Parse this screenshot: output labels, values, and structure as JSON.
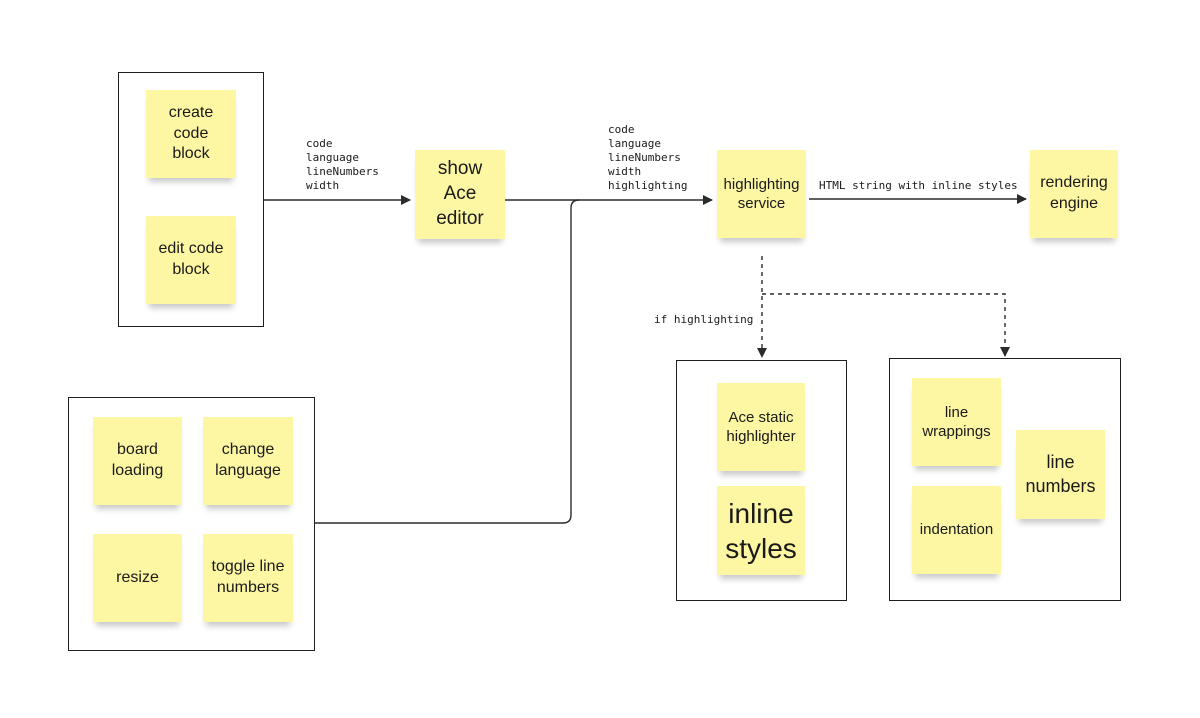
{
  "notes": {
    "create_code_block": "create\ncode\nblock",
    "edit_code_block": "edit code\nblock",
    "show_ace_editor": "show\nAce\neditor",
    "highlighting_service": "highlighting\nservice",
    "rendering_engine": "rendering\nengine",
    "board_loading": "board\nloading",
    "change_language": "change\nlanguage",
    "resize": "resize",
    "toggle_line_numbers": "toggle line\nnumbers",
    "ace_static_highlighter": "Ace static\nhighlighter",
    "inline_styles": "inline\nstyles",
    "line_wrappings": "line\nwrappings",
    "indentation": "indentation",
    "line_numbers": "line\nnumbers"
  },
  "edge_labels": {
    "to_editor": "code\nlanguage\nlineNumbers\nwidth",
    "to_service": "code\nlanguage\nlineNumbers\nwidth\nhighlighting",
    "to_renderer": "HTML string with inline styles",
    "if_highlighting": "if highlighting"
  },
  "colors": {
    "sticky_note": "#fdf6a3",
    "line": "#2b2b2b",
    "frame_border": "#1f1f1f"
  }
}
